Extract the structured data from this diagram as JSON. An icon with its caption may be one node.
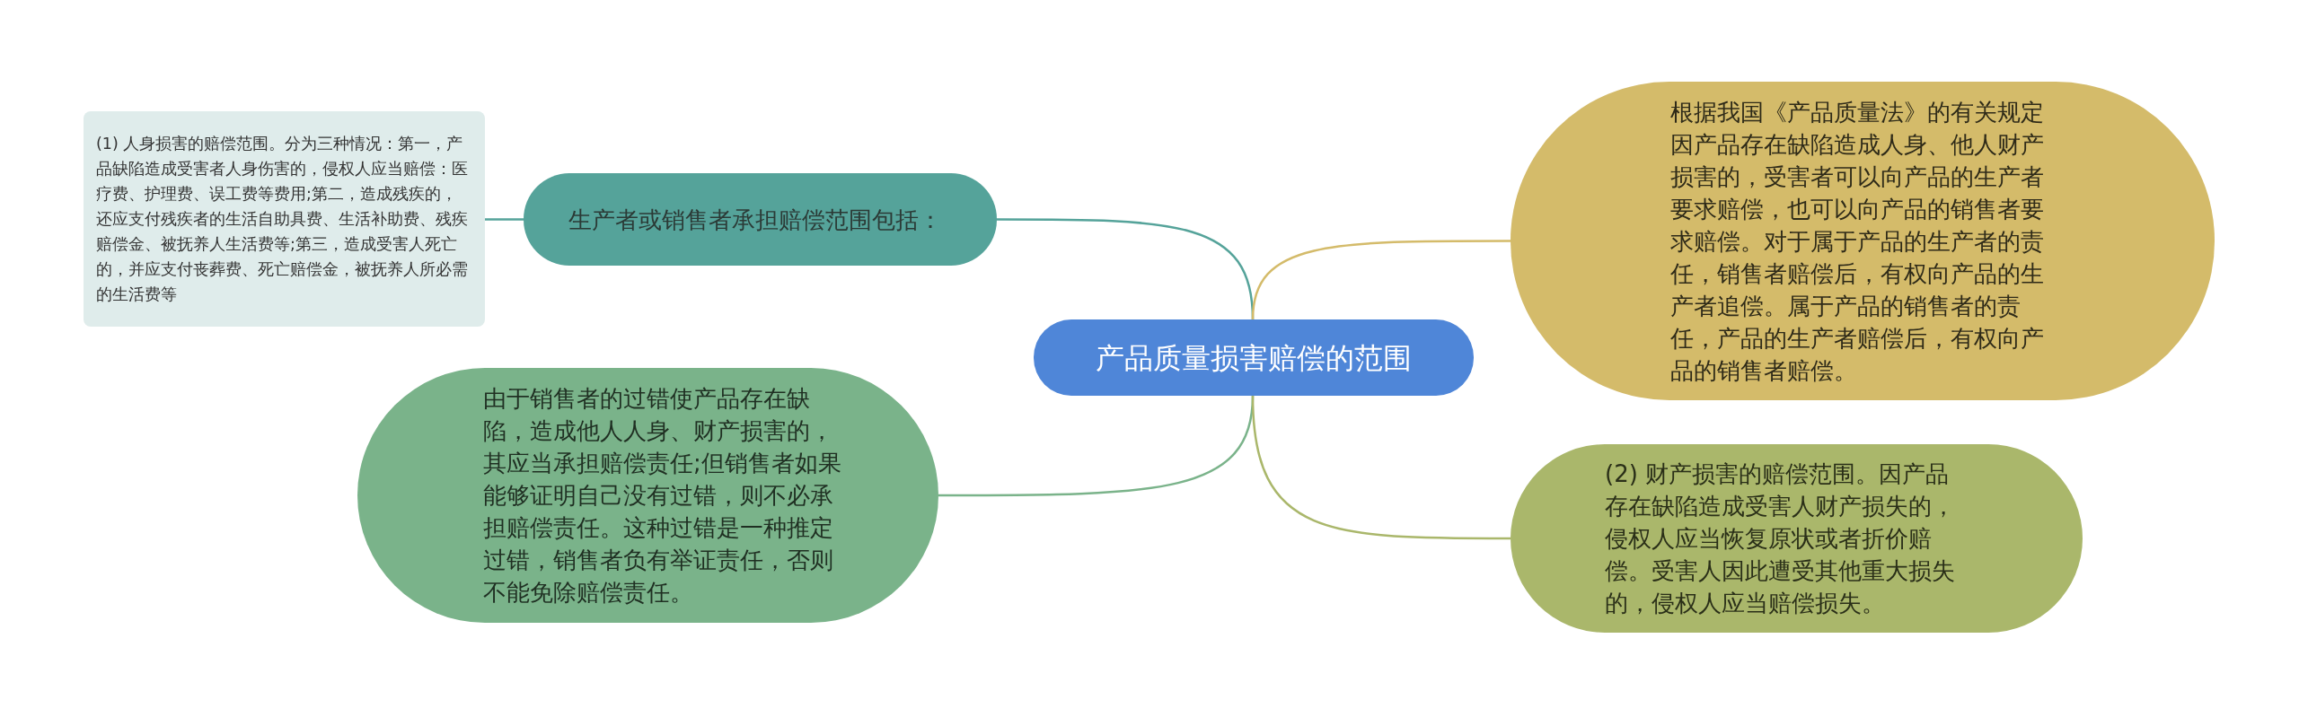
{
  "diagram": {
    "nodes": [
      {
        "text": [
          "产品质量损害赔偿的范围"
        ]
      },
      {
        "text": [
          "生产者或销售者承担赔偿范围包括："
        ]
      },
      {
        "text": [
          "(1) 人身损害的赔偿范围。分为三种情况：第一，产品缺陷造成受害者人身伤害的，侵权人应当赔偿：医疗费、护理费、误工费等费用;第二，造成残疾的，还应支付残疾者的生活自助具费、生活补助费、残疾赔偿金、被抚养人生活费等;第三，造成受害人死亡的，并应支付丧葬费、死亡赔偿金，被抚养人所必需的生活费等"
        ]
      },
      {
        "text": [
          "由于销售者的过错使产品存在缺陷，造成他人人身、财产损害的，其应当承担赔偿责任;但销售者如果能够证明自己没有过错，则不必承担赔偿责任。这种过错是一种推定过错，销售者负有举证责任，否则不能免除赔偿责任。"
        ]
      },
      {
        "text": [
          "根据我国《产品质量法》的有关规定因产品存在缺陷造成人身、他人财产损害的，受害者可以向产品的生产者要求赔偿，也可以向产品的销售者要求赔偿。对于属于产品的生产者的责任，销售者赔偿后，有权向产品的生产者追偿。属于产品的销售者的责任，产品的生产者赔偿后，有权向产品的销售者赔偿。"
        ]
      },
      {
        "text": [
          "(2) 财产损害的赔偿范围。因产品存在缺陷造成受害人财产损失的，侵权人应当恢复原状或者折价赔偿。受害人因此遭受其他重大损失的，侵权人应当赔偿损失。"
        ]
      }
    ],
    "edges": [
      {
        "from": 0,
        "to": 1,
        "arrow": "none",
        "color": "#55a39a"
      },
      {
        "from": 1,
        "to": 2,
        "arrow": "none",
        "color": "#55a39a"
      },
      {
        "from": 0,
        "to": 3,
        "arrow": "none",
        "color": "#7ab38a"
      },
      {
        "from": 0,
        "to": 4,
        "arrow": "none",
        "color": "#d4bb6a"
      },
      {
        "from": 0,
        "to": 5,
        "arrow": "none",
        "color": "#aab76b"
      }
    ]
  }
}
